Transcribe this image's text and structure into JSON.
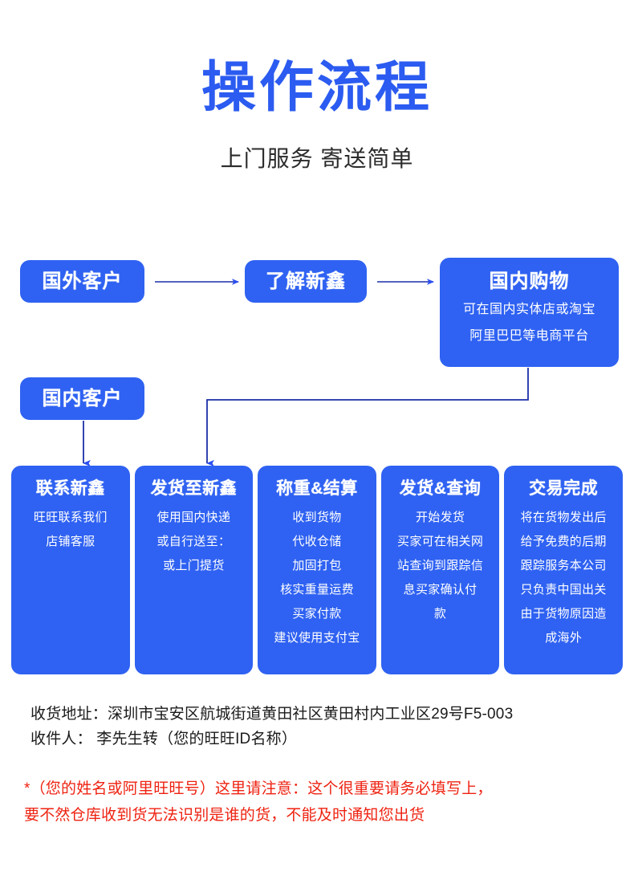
{
  "header": {
    "title": "操作流程",
    "subtitle": "上门服务 寄送简单",
    "title_color": "#2b5bf0",
    "subtitle_color": "#2b2b2b"
  },
  "theme": {
    "box_fill": "#2f62f2",
    "connector_color": "#1b2fa8",
    "arrow_color": "#2b4ff0",
    "warning_color": "#ee2211"
  },
  "flow": {
    "nodes": [
      {
        "id": "foreign-customer",
        "title": "国外客户",
        "lines": []
      },
      {
        "id": "learn-xinxin",
        "title": "了解新鑫",
        "lines": []
      },
      {
        "id": "domestic-shopping",
        "title": "国内购物",
        "lines": [
          "可在国内实体店或淘宝",
          "阿里巴巴等电商平台"
        ]
      },
      {
        "id": "domestic-customer",
        "title": "国内客户",
        "lines": []
      }
    ],
    "connectors": [
      {
        "from": "foreign-customer",
        "to": "learn-xinxin",
        "kind": "arrow-right"
      },
      {
        "from": "learn-xinxin",
        "to": "domestic-shopping",
        "kind": "arrow-right"
      },
      {
        "from": "domestic-customer",
        "to": "step-contact",
        "kind": "arrow-down"
      },
      {
        "from": "domestic-shopping",
        "to": "step-ship-to",
        "kind": "elbow-down-left"
      }
    ]
  },
  "steps": [
    {
      "id": "step-contact",
      "title": "联系新鑫",
      "lines": [
        "旺旺联系我们",
        "店铺客服"
      ]
    },
    {
      "id": "step-ship-to",
      "title": "发货至新鑫",
      "lines": [
        "使用国内快递",
        "或自行送至：",
        "或上门提货"
      ]
    },
    {
      "id": "step-weigh-settle",
      "title": "称重&结算",
      "lines": [
        "收到货物",
        "代收仓储",
        "加固打包",
        "核实重量运费",
        "买家付款",
        "建议使用支付宝"
      ]
    },
    {
      "id": "step-ship-track",
      "title": "发货&查询",
      "lines": [
        "开始发货",
        "买家可在相关网",
        "站查询到跟踪信",
        "息买家确认付",
        "款"
      ]
    },
    {
      "id": "step-complete",
      "title": "交易完成",
      "lines": [
        "将在货物发出后",
        "给予免费的后期",
        "跟踪服务本公司",
        "只负责中国出关",
        "由于货物原因造",
        "成海外"
      ]
    }
  ],
  "footer": {
    "address_lines": [
      "收货地址：深圳市宝安区航城街道黄田社区黄田村内工业区29号F5-003",
      "收件人： 李先生转（您的旺旺ID名称）"
    ],
    "warning_lines": [
      "*（您的姓名或阿里旺旺号）这里请注意：这个很重要请务必填写上，",
      "要不然仓库收到货无法识别是谁的货，不能及时通知您出货"
    ]
  }
}
